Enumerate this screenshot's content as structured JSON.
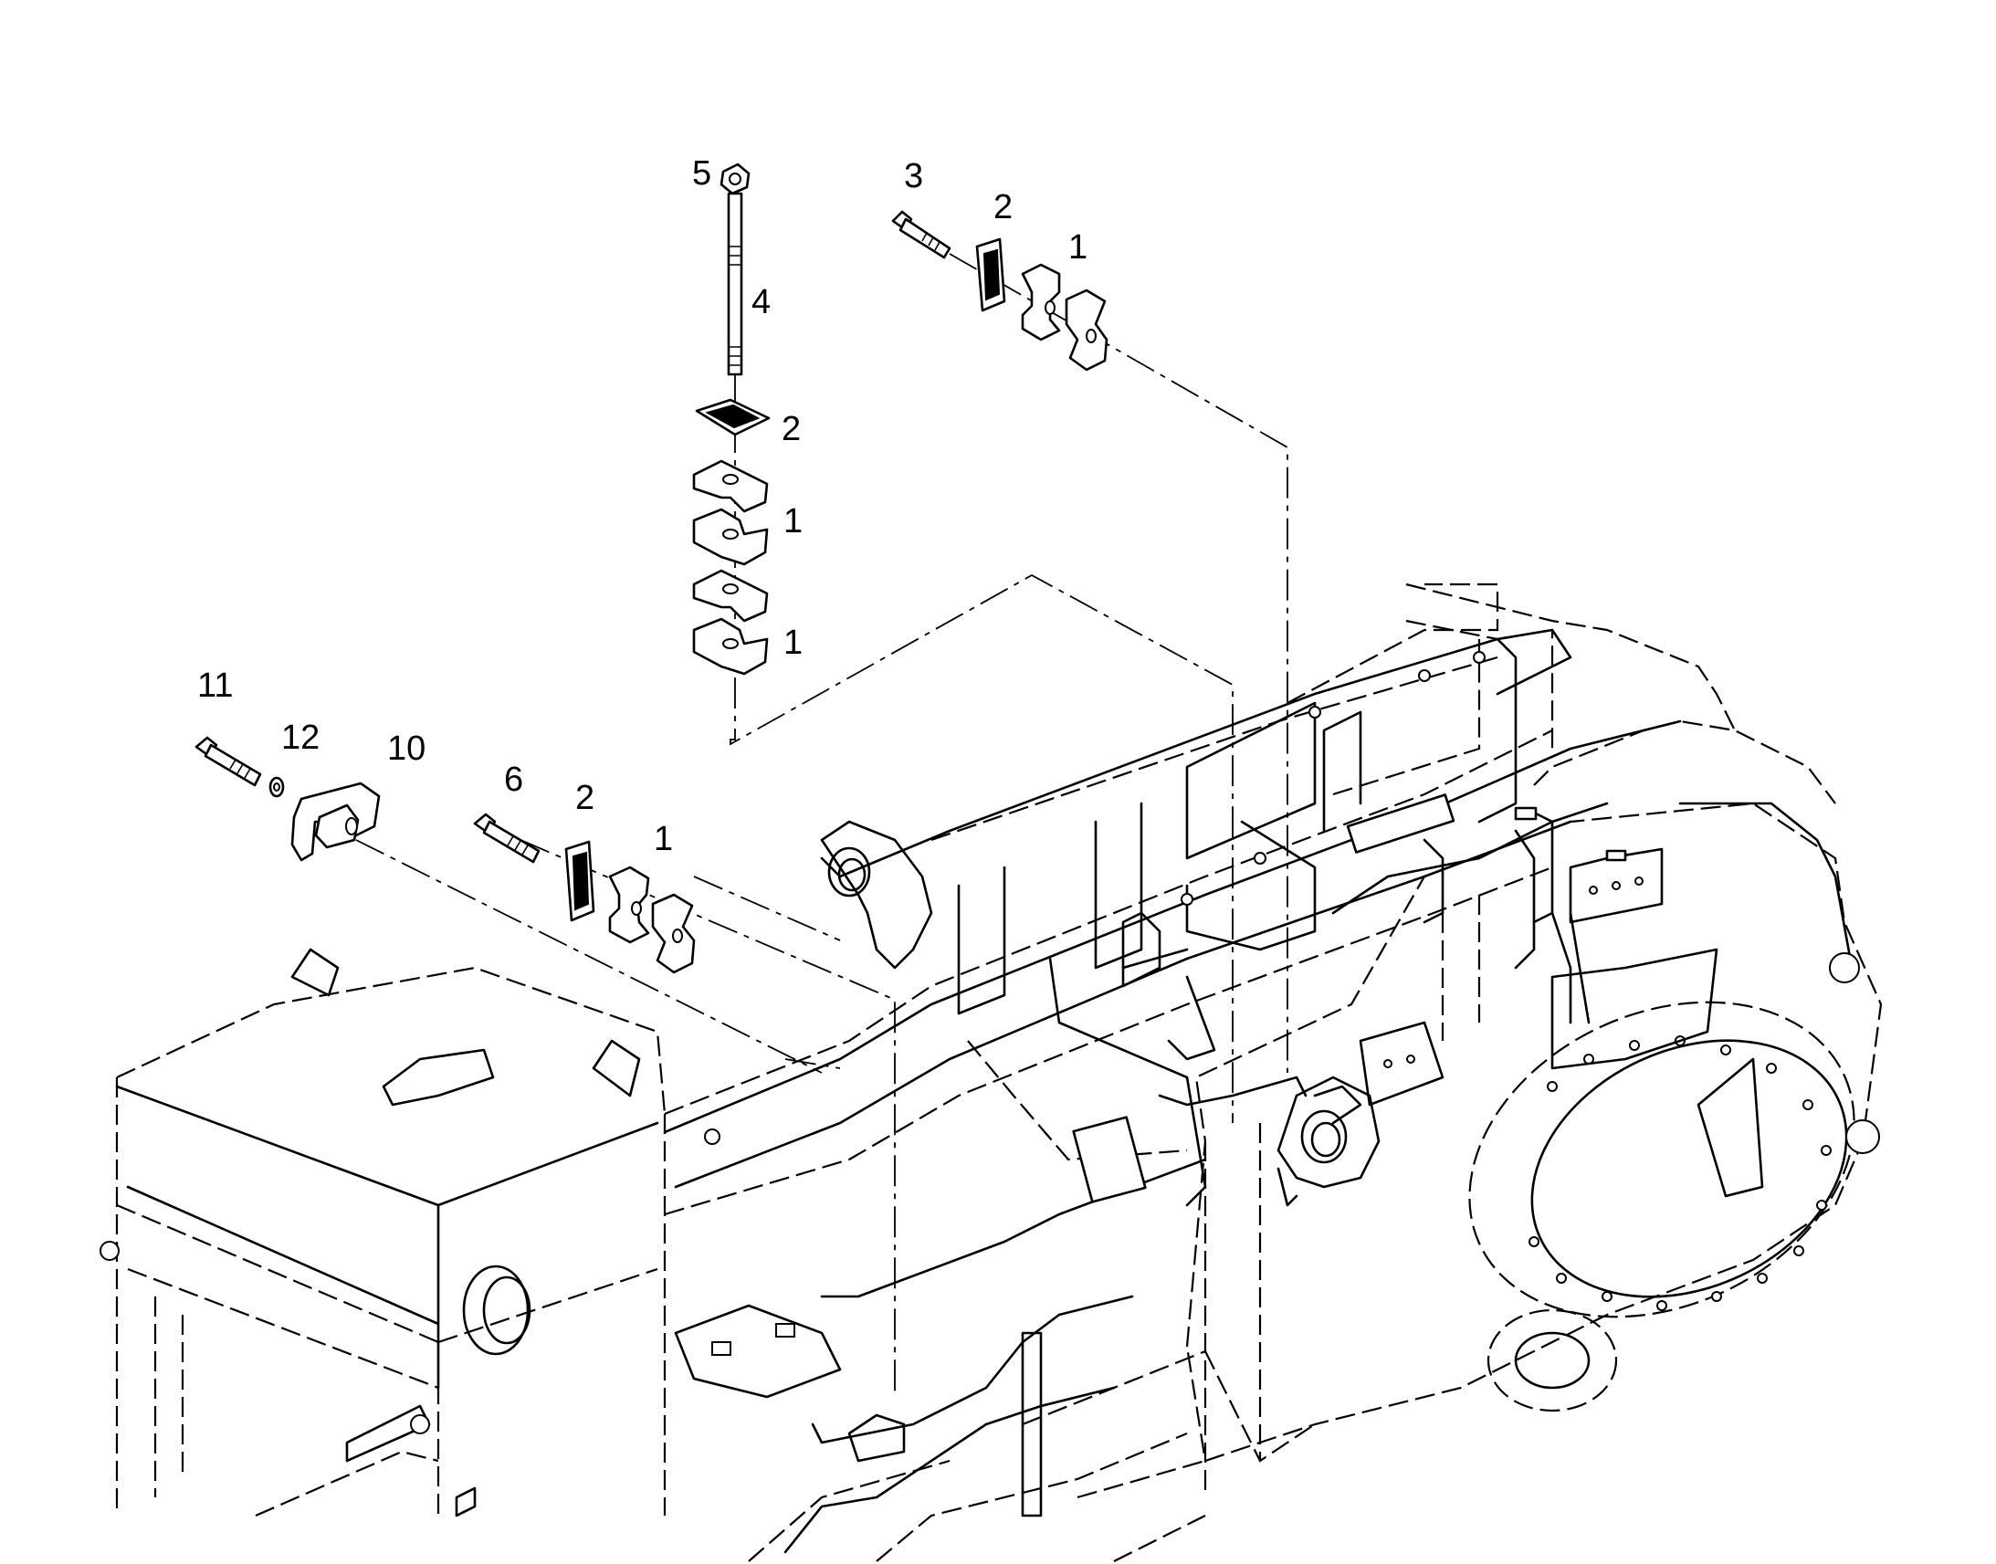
{
  "callouts": [
    {
      "id": "c5",
      "label": "5"
    },
    {
      "id": "c4",
      "label": "4"
    },
    {
      "id": "c2_vertical",
      "label": "2"
    },
    {
      "id": "c1_vertical_upper",
      "label": "1"
    },
    {
      "id": "c1_vertical_lower",
      "label": "1"
    },
    {
      "id": "c3",
      "label": "3"
    },
    {
      "id": "c2_top",
      "label": "2"
    },
    {
      "id": "c1_top",
      "label": "1"
    },
    {
      "id": "c11",
      "label": "11"
    },
    {
      "id": "c12",
      "label": "12"
    },
    {
      "id": "c10",
      "label": "10"
    },
    {
      "id": "c6",
      "label": "6"
    },
    {
      "id": "c2_mid",
      "label": "2"
    },
    {
      "id": "c1_mid",
      "label": "1"
    }
  ]
}
